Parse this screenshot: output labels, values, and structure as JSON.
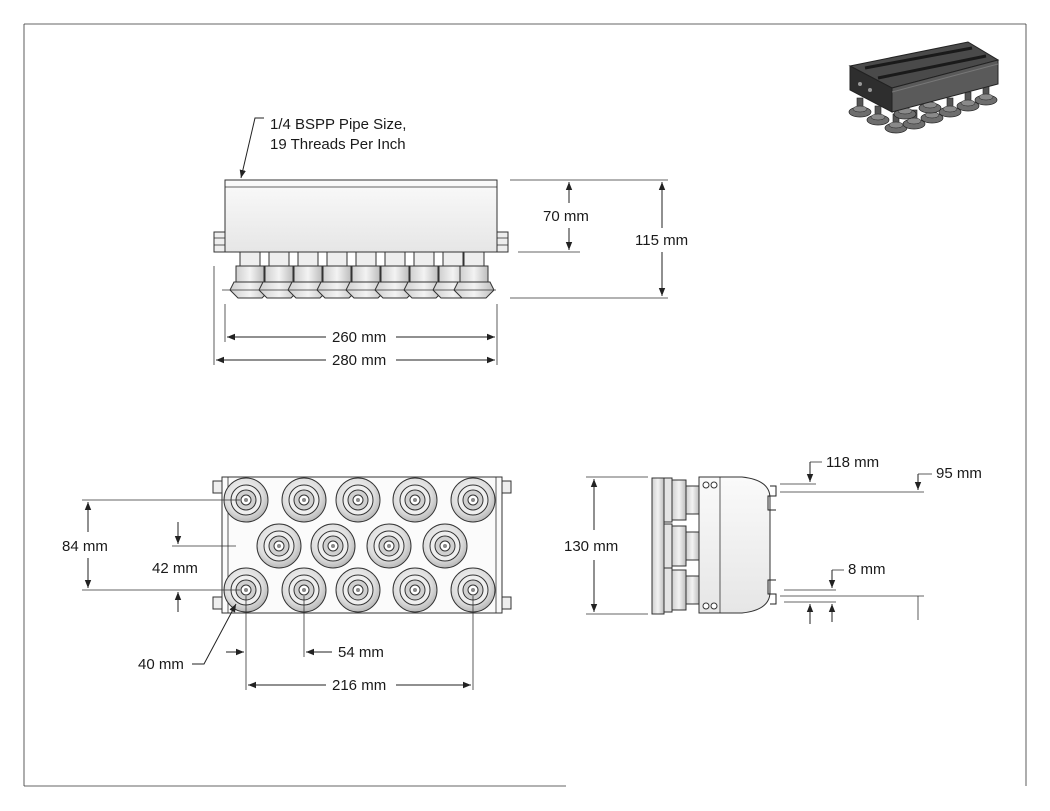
{
  "labels": {
    "pipe_line1": "1/4 BSPP Pipe Size,",
    "pipe_line2": "19 Threads Per Inch",
    "d70": "70 mm",
    "d115": "115 mm",
    "d260": "260 mm",
    "d280": "280 mm",
    "d84": "84 mm",
    "d42": "42 mm",
    "d40": "40 mm",
    "d54": "54 mm",
    "d216": "216 mm",
    "d130": "130 mm",
    "d118": "118 mm",
    "d95": "95 mm",
    "d8": "8 mm"
  },
  "colors": {
    "line": "#222222",
    "body_light": "#f4f4f4",
    "body_mid": "#d9d9d9",
    "cup_dark": "#8a8a8a",
    "iso_dark": "#3a3a3a"
  }
}
